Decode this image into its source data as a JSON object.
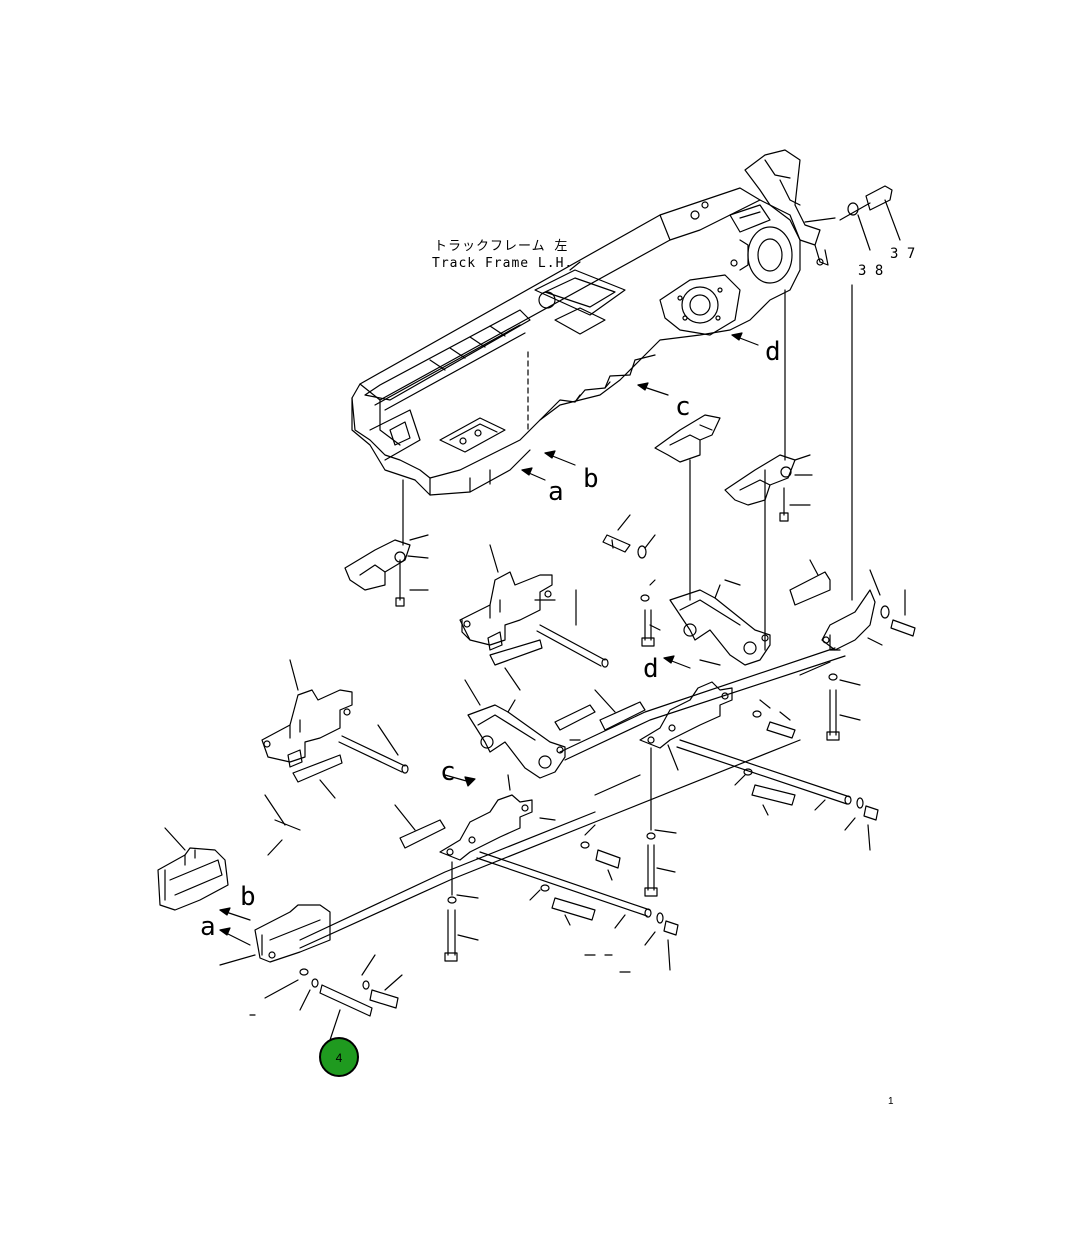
{
  "frame_label": {
    "ja": "トラックフレーム 左",
    "en": "Track Frame L.H."
  },
  "callouts": {
    "a_upper": "a",
    "b_upper": "b",
    "c_upper": "c",
    "d_upper": "d",
    "a_lower": "a",
    "b_lower": "b",
    "c_lower": "c",
    "d_lower": "d"
  },
  "part_numbers": {
    "n37": "3 7",
    "n38": "3 8"
  },
  "hotspot": {
    "number": "4",
    "color": "#1f9a1f"
  },
  "page_number": "1",
  "colors": {
    "line": "#000000",
    "background": "#ffffff"
  }
}
